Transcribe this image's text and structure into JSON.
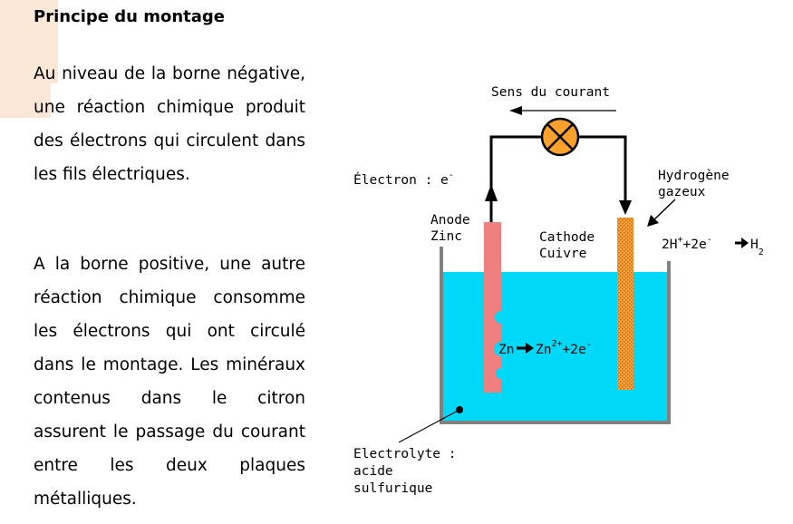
{
  "title": "Principe du montage",
  "paragraphs": [
    "Au niveau de la borne négative, une réaction chimique produit des électrons qui circulent dans les fils électriques.",
    "A la borne positive, une autre réaction chimique consomme les électrons qui ont circulé dans le montage. Les minéraux contenus dans le citron assurent le passage du courant entre les deux plaques métalliques."
  ],
  "diagram": {
    "current_label": "Sens du courant",
    "electron_label": "Électron : e",
    "electron_charge": "-",
    "anode_line1": "Anode",
    "anode_line2": "Zinc",
    "cathode_line1": "Cathode",
    "cathode_line2": "Cuivre",
    "hydrogen_line1": "Hydrogène",
    "hydrogen_line2": "gazeux",
    "cathode_reaction": {
      "r1": "2H",
      "r1_sup": "+",
      "r2": "+2e",
      "r2_sup": "-",
      "p": "H",
      "p_sub": "2"
    },
    "anode_reaction": {
      "r": "Zn",
      "p1": "Zn",
      "p1_sup": "2+",
      "p2": "+2e",
      "p2_sup": "-"
    },
    "electrolyte_line1": "Electrolyte :",
    "electrolyte_line2": "acide",
    "electrolyte_line3": "sulfurique",
    "colors": {
      "electrolyte": "#00d8f8",
      "zinc": "#f08080",
      "copper": "#f5a542",
      "copper_dots": "#c86400",
      "lamp": "#f9a12c",
      "wire": "#000000",
      "container": "#808080"
    }
  }
}
